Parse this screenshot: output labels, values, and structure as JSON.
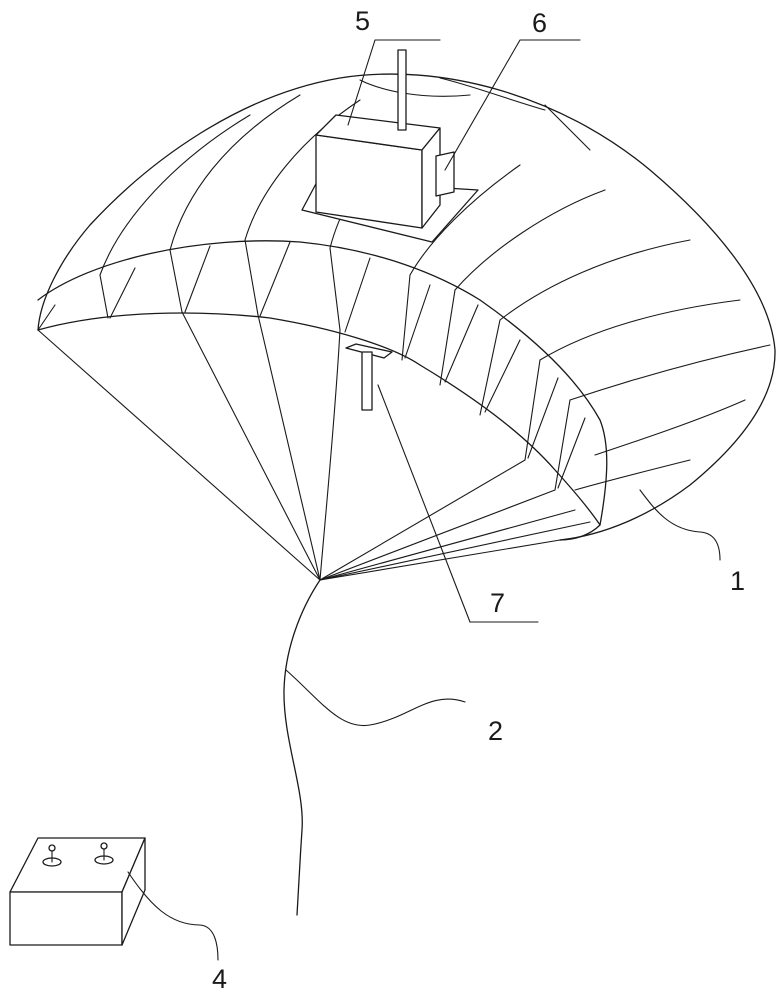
{
  "labels": {
    "canopy": "1",
    "tether": "2",
    "remote": "4",
    "box": "5",
    "attachment": "6",
    "bracket": "7"
  },
  "colors": {
    "line": "#1a1a1a",
    "background": "#ffffff"
  }
}
